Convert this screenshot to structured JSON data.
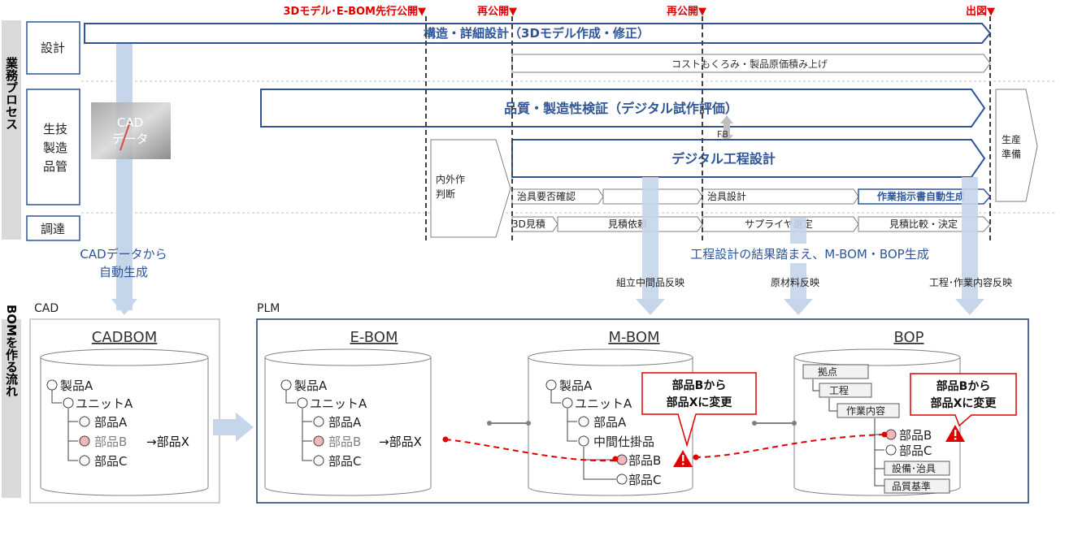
{
  "milestones": [
    {
      "label": "3Dモデル･E-BOM先行公開▼"
    },
    {
      "label": "再公開▼"
    },
    {
      "label": "再公開▼"
    },
    {
      "label": "出図▼"
    }
  ],
  "left_sidebar": {
    "process_label": "業務プロセス",
    "bom_label": "BOMを作る流れ"
  },
  "lanes": {
    "design": "設計",
    "production": "生技\n製造\n品管",
    "procurement": "調達"
  },
  "process": {
    "structure_design": "構造・詳細設計（3Dモデル作成・修正）",
    "cost": "コストもくろみ・製品原価積み上げ",
    "quality": "品質・製造性検証（デジタル試作評価）",
    "fb": "FB",
    "digital_process": "デジタル工程設計",
    "make_or_buy": "内外作\n判断",
    "jig_need": "治具要否確認",
    "jig_design": "治具設計",
    "work_instruction": "作業指示書自動生成",
    "production_prep": "生産\n準備",
    "estimate_3d": "3D見積",
    "estimate_request": "見積依頼",
    "supplier": "サプライヤ選定",
    "estimate_compare": "見積比較・決定"
  },
  "cad_image_label": "CAD\nデータ",
  "flows": {
    "auto_gen": "CADデータから\n自動生成",
    "result": "工程設計の結果踏まえ、M-BOM・BOP生成",
    "mid_reflect": "組立中間品反映",
    "material_reflect": "原材料反映",
    "process_reflect": "工程･作業内容反映"
  },
  "systems": {
    "cad": "CAD",
    "plm": "PLM"
  },
  "boms": {
    "cadbom": {
      "title": "CADBOM",
      "product": "製品A",
      "unit": "ユニットA",
      "part_a": "部品A",
      "part_b": "部品B",
      "part_c": "部品C",
      "change": "→部品X"
    },
    "ebom": {
      "title": "E-BOM",
      "product": "製品A",
      "unit": "ユニットA",
      "part_a": "部品A",
      "part_b": "部品B",
      "part_c": "部品C",
      "change": "→部品X"
    },
    "mbom": {
      "title": "M-BOM",
      "product": "製品A",
      "unit": "ユニットA",
      "part_a": "部品A",
      "intermediate": "中間仕掛品",
      "part_b": "部品B",
      "part_c": "部品C"
    },
    "bop": {
      "title": "BOP",
      "site": "拠点",
      "process": "工程",
      "work": "作業内容",
      "part_b": "部品B",
      "part_c": "部品C",
      "equipment": "設備･治具",
      "quality_std": "品質基準"
    }
  },
  "callouts": {
    "mbom": "部品Bから\n部品Xに変更",
    "bop": "部品Bから\n部品Xに変更"
  },
  "colors": {
    "blue": "#2f5597",
    "light_blue": "#c5d5ea",
    "red": "#e00000",
    "sidebar": "#d9d9d9",
    "pink": "#f4b6b6"
  }
}
